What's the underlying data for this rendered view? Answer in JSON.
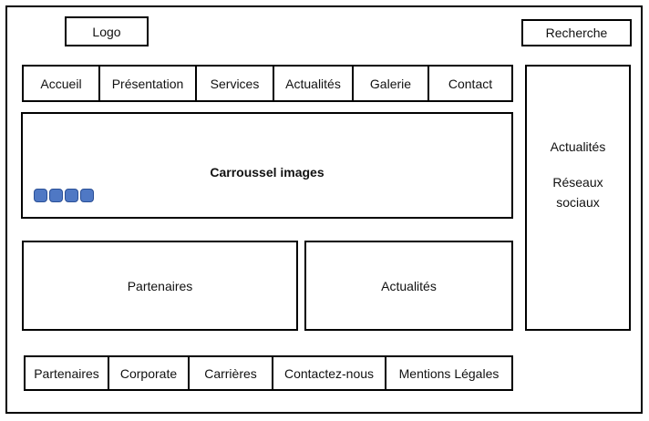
{
  "header": {
    "logo": "Logo",
    "search": "Recherche"
  },
  "nav": {
    "items": [
      "Accueil",
      "Présentation",
      "Services",
      "Actualités",
      "Galerie",
      "Contact"
    ]
  },
  "carousel": {
    "label": "Carroussel images",
    "dot_count": 4,
    "dot_color": "#4f78c4"
  },
  "sidebar": {
    "news": "Actualités",
    "social": "Réseaux sociaux"
  },
  "content": {
    "partners": "Partenaires",
    "news": "Actualités"
  },
  "footer": {
    "items": [
      "Partenaires",
      "Corporate",
      "Carrières",
      "Contactez-nous",
      "Mentions Légales"
    ]
  }
}
